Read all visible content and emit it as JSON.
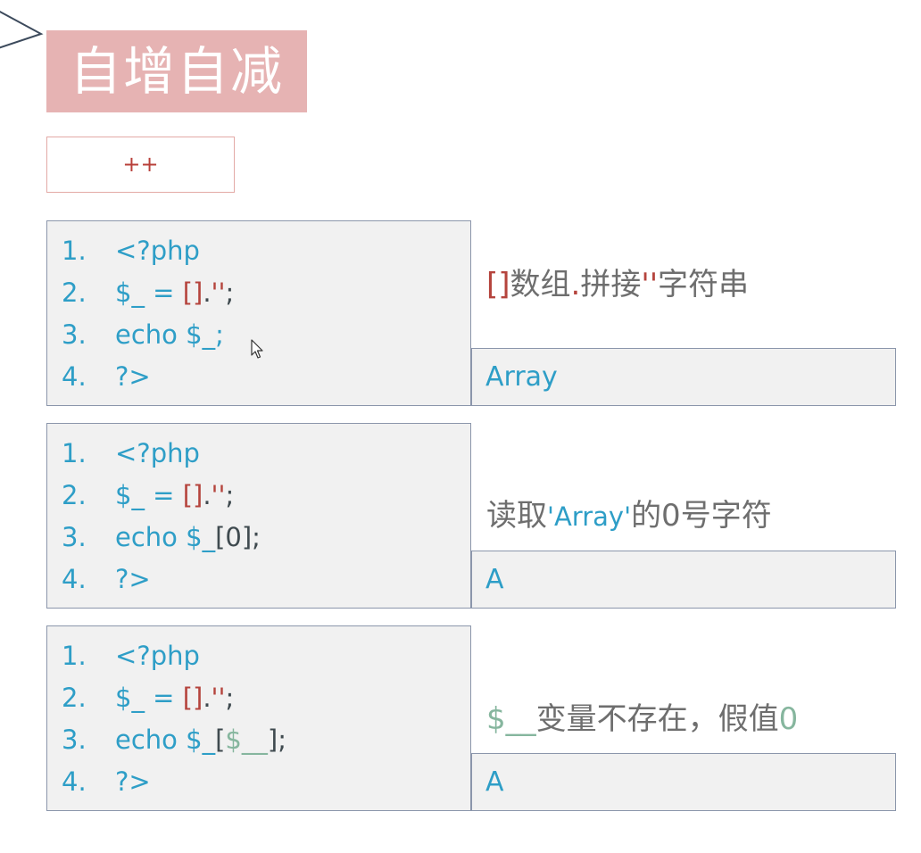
{
  "slide": {
    "title": "自增自减",
    "operator": "++"
  },
  "examples": [
    {
      "lines": [
        {
          "num": "1.",
          "parts": [
            "<?php"
          ]
        },
        {
          "num": "2.",
          "parts": [
            "$_ = ",
            "[]",
            ".",
            "''",
            ";"
          ]
        },
        {
          "num": "3.",
          "parts": [
            "echo $_;"
          ]
        },
        {
          "num": "4.",
          "parts": [
            "?>"
          ]
        }
      ],
      "note_parts": [
        "[]",
        "数组",
        ".",
        "拼接",
        "''",
        "字符串"
      ],
      "output": "Array"
    },
    {
      "lines": [
        {
          "num": "1.",
          "parts": [
            "<?php"
          ]
        },
        {
          "num": "2.",
          "parts": [
            "$_ = ",
            "[]",
            ".",
            "''",
            ";"
          ]
        },
        {
          "num": "3.",
          "parts": [
            "echo $_",
            "[0]",
            ";"
          ]
        },
        {
          "num": "4.",
          "parts": [
            "?>"
          ]
        }
      ],
      "note_parts": [
        "读取",
        "'Array'",
        "的0号字符"
      ],
      "output": "A"
    },
    {
      "lines": [
        {
          "num": "1.",
          "parts": [
            "<?php"
          ]
        },
        {
          "num": "2.",
          "parts": [
            "$_ = ",
            "[]",
            ".",
            "''",
            ";"
          ]
        },
        {
          "num": "3.",
          "parts": [
            "echo $_",
            "[",
            "$__",
            "]",
            ";"
          ]
        },
        {
          "num": "4.",
          "parts": [
            "?>"
          ]
        }
      ],
      "note_parts": [
        "$__",
        "变量不存在，假值",
        "0"
      ],
      "output": "A"
    }
  ]
}
